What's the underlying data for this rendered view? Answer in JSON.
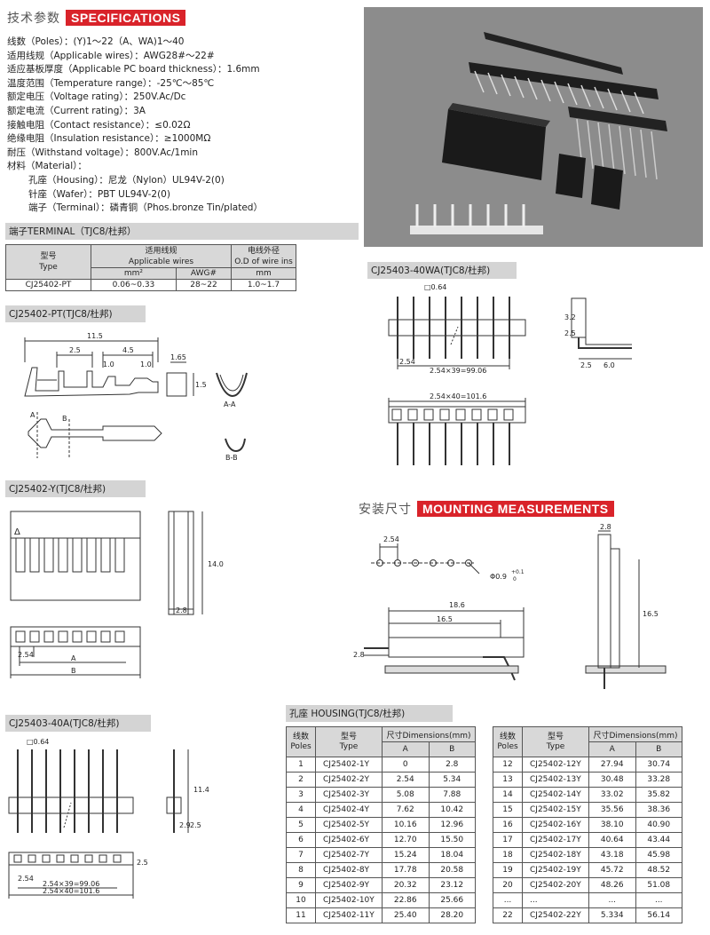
{
  "specs": {
    "title_cn": "技术参数",
    "title_en": "SPECIFICATIONS",
    "lines": [
      "线数（Poles）：(Y)1～22（A、WA)1～40",
      "适用线规（Applicable wires）：AWG28#～22#",
      "适应基板厚度（Applicable PC board thickness）：1.6mm",
      "温度范围（Temperature range）：-25℃～85℃",
      "额定电压（Voltage rating）：250V.Ac/Dc",
      "额定电流（Current rating）：3A",
      "接触电阻（Contact resistance）：≤0.02Ω",
      "绝缘电阻（Insulation resistance）：≥1000MΩ",
      "耐压（Withstand voltage）：800V.Ac/1min",
      "材料（Material）：",
      "孔座（Housing）：尼龙（Nylon）UL94V-2(0)",
      "针座（Wafer）：PBT  UL94V-2(0)",
      "端子（Terminal）：磷青铜（Phos.bronze Tin/plated）"
    ]
  },
  "terminal": {
    "bar": "端子TERMINAL（TJC8/杜邦）",
    "h_type_cn": "型号",
    "h_type_en": "Type",
    "h_wire_cn": "适用线规",
    "h_wire_en": "Applicable wires",
    "h_od_cn": "电线外径",
    "h_od_en": "O.D of wire ins",
    "u_mm2": "mm²",
    "u_awg": "AWG#",
    "u_mm": "mm",
    "row": [
      "CJ25402-PT",
      "0.06~0.33",
      "28~22",
      "1.0~1.7"
    ]
  },
  "section_titles": {
    "pt": "CJ25402-PT(TJC8/杜邦)",
    "y": "CJ25402-Y(TJC8/杜邦)",
    "a": "CJ25403-40A(TJC8/杜邦)",
    "wa": "CJ25403-40WA(TJC8/杜邦)"
  },
  "mounting": {
    "title_cn": "安装尺寸",
    "title_en": "MOUNTING MEASUREMENTS"
  },
  "dims": {
    "pt_115": "11.5",
    "pt_25": "2.5",
    "pt_45": "4.5",
    "pt_10a": "1.0",
    "pt_10b": "1.0",
    "pt_165": "1.65",
    "pt_15": "1.5",
    "lbl_aa": "A-A",
    "lbl_bb": "B-B",
    "lbl_a": "A",
    "lbl_b": "B",
    "y_140": "14.0",
    "y_28": "2.8",
    "y_254": "2.54",
    "y_a": "A",
    "y_b": "B",
    "y_delta": "Δ",
    "a_064": "□0.64",
    "a_114": "11.4",
    "a_29": "2.9",
    "a_25": "2.5",
    "a_25b": "2.5",
    "a_254": "2.54",
    "a_9906": "2.54×39=99.06",
    "a_1016": "2.54×40=101.6",
    "wa_064": "□0.64",
    "wa_32": "3.2",
    "wa_25": "2.5",
    "wa_25b": "2.5",
    "wa_60": "6.0",
    "wa_254": "2.54",
    "wa_9906": "2.54×39=99.06",
    "wa_1016": "2.54×40=101.6",
    "m_254": "2.54",
    "m_hole": "Φ0.9",
    "m_tol_p": "+0.1",
    "m_tol_0": "0",
    "m_186": "18.6",
    "m_165": "16.5",
    "m_28": "2.8",
    "m_28b": "2.8",
    "m_165b": "16.5"
  },
  "housing": {
    "bar": "孔座 HOUSING(TJC8/杜邦)",
    "h_poles_cn": "线数",
    "h_poles_en": "Poles",
    "h_type_cn": "型号",
    "h_type_en": "Type",
    "h_dims": "尺寸Dimensions(mm)",
    "h_a": "A",
    "h_b": "B",
    "left": [
      [
        "1",
        "CJ25402-1Y",
        "0",
        "2.8"
      ],
      [
        "2",
        "CJ25402-2Y",
        "2.54",
        "5.34"
      ],
      [
        "3",
        "CJ25402-3Y",
        "5.08",
        "7.88"
      ],
      [
        "4",
        "CJ25402-4Y",
        "7.62",
        "10.42"
      ],
      [
        "5",
        "CJ25402-5Y",
        "10.16",
        "12.96"
      ],
      [
        "6",
        "CJ25402-6Y",
        "12.70",
        "15.50"
      ],
      [
        "7",
        "CJ25402-7Y",
        "15.24",
        "18.04"
      ],
      [
        "8",
        "CJ25402-8Y",
        "17.78",
        "20.58"
      ],
      [
        "9",
        "CJ25402-9Y",
        "20.32",
        "23.12"
      ],
      [
        "10",
        "CJ25402-10Y",
        "22.86",
        "25.66"
      ],
      [
        "11",
        "CJ25402-11Y",
        "25.40",
        "28.20"
      ]
    ],
    "right": [
      [
        "12",
        "CJ25402-12Y",
        "27.94",
        "30.74"
      ],
      [
        "13",
        "CJ25402-13Y",
        "30.48",
        "33.28"
      ],
      [
        "14",
        "CJ25402-14Y",
        "33.02",
        "35.82"
      ],
      [
        "15",
        "CJ25402-15Y",
        "35.56",
        "38.36"
      ],
      [
        "16",
        "CJ25402-16Y",
        "38.10",
        "40.90"
      ],
      [
        "17",
        "CJ25402-17Y",
        "40.64",
        "43.44"
      ],
      [
        "18",
        "CJ25402-18Y",
        "43.18",
        "45.98"
      ],
      [
        "19",
        "CJ25402-19Y",
        "45.72",
        "48.52"
      ],
      [
        "20",
        "CJ25402-20Y",
        "48.26",
        "51.08"
      ],
      [
        "...",
        "...",
        "...",
        "..."
      ],
      [
        "22",
        "CJ25402-22Y",
        "5.334",
        "56.14"
      ]
    ]
  }
}
